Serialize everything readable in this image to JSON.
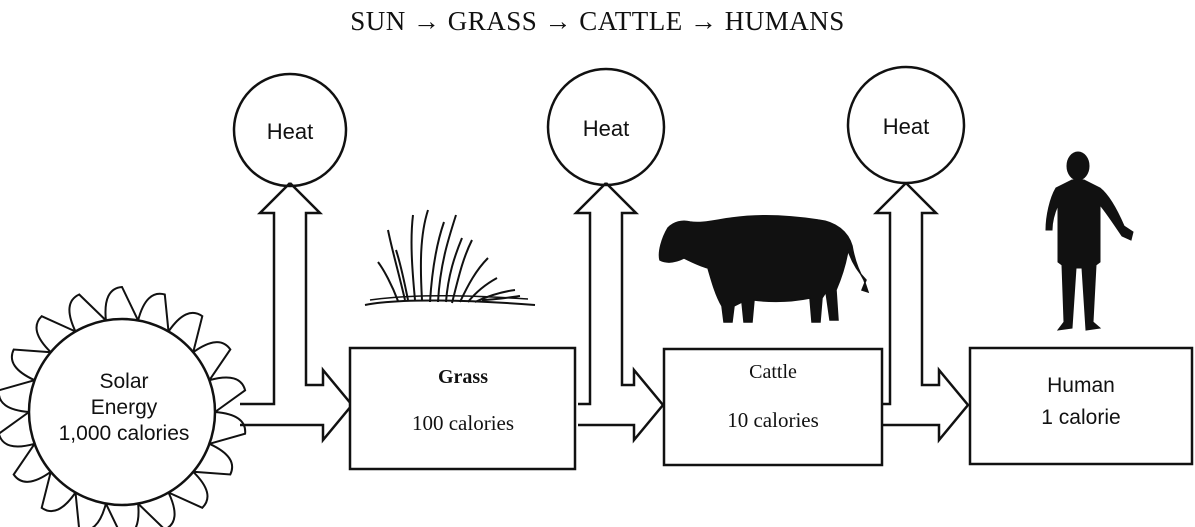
{
  "title": "SUN → GRASS → CATTLE → HUMANS",
  "sun": {
    "line1": "Solar",
    "line2": "Energy",
    "line3": "1,000 calories"
  },
  "heat_labels": [
    "Heat",
    "Heat",
    "Heat"
  ],
  "boxes": {
    "grass": {
      "name": "Grass",
      "value": "100 calories"
    },
    "cattle": {
      "name": "Cattle",
      "value": "10 calories"
    },
    "human": {
      "name": "Human",
      "value": "1 calorie"
    }
  },
  "icons": [
    "sun-icon",
    "grass-icon",
    "cow-icon",
    "human-figure-icon"
  ]
}
